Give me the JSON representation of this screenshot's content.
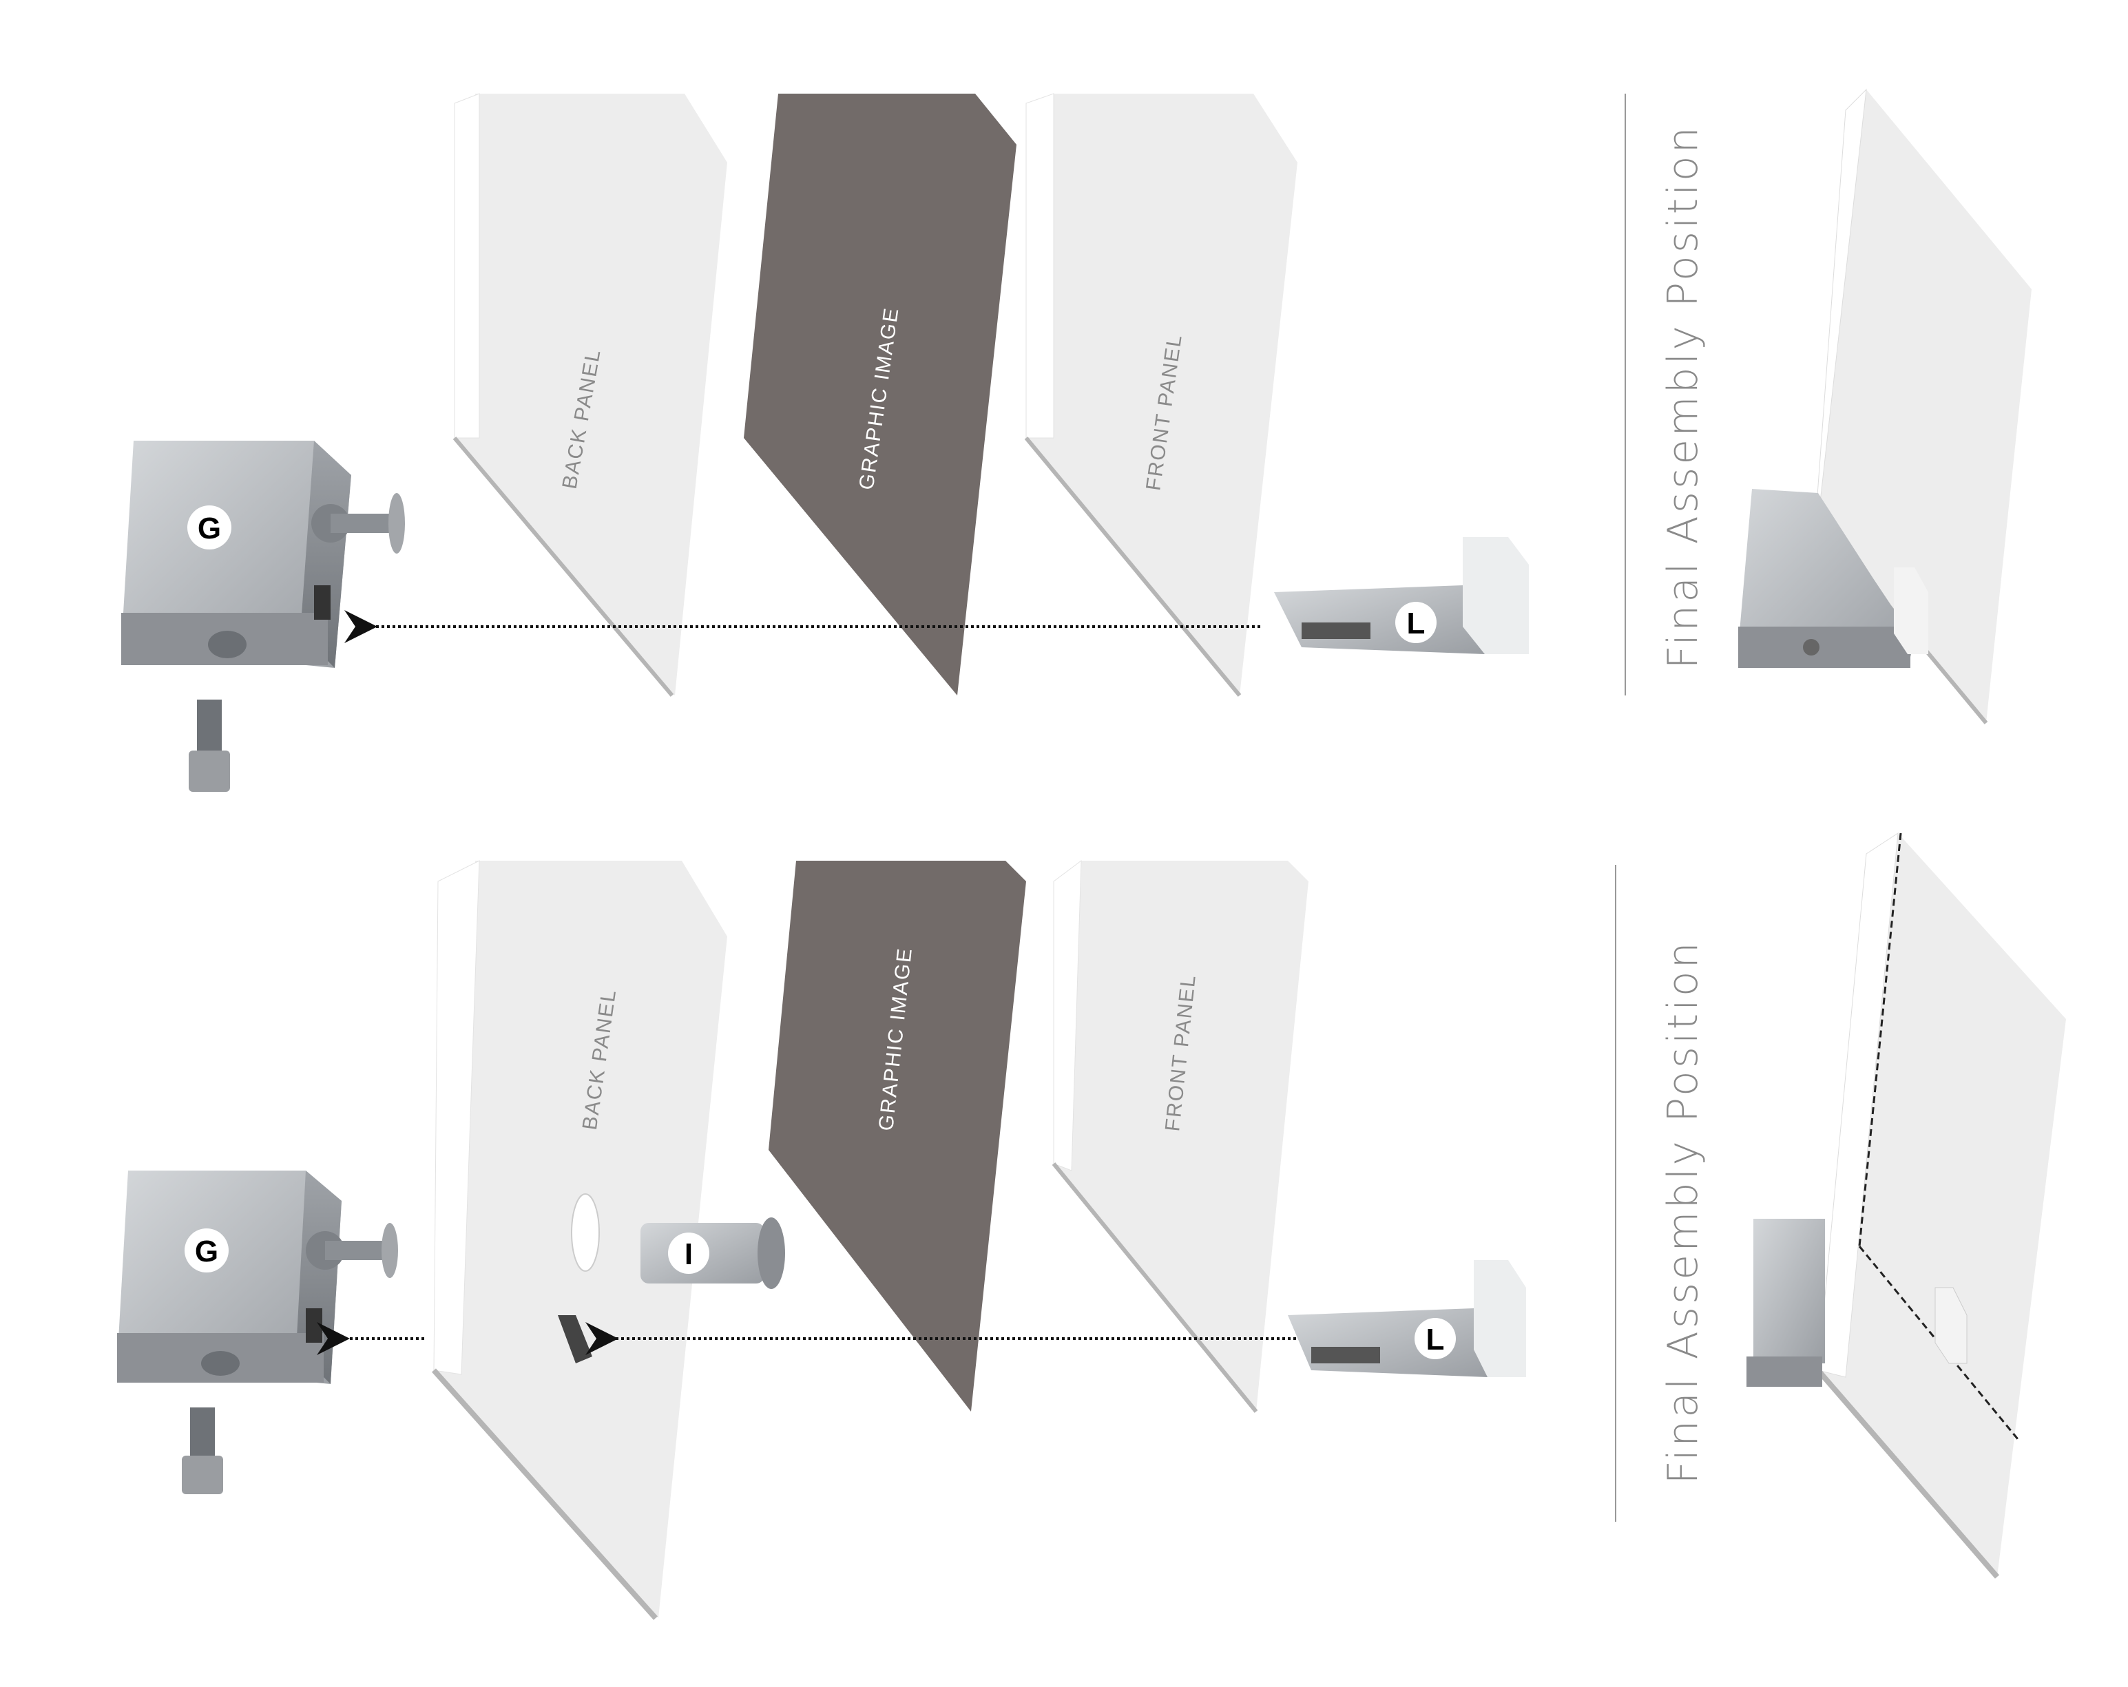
{
  "top_row": {
    "back_panel_label": "BACK PANEL",
    "graphic_label": "GRAPHIC IMAGE",
    "front_panel_label": "FRONT PANEL",
    "block_badge": "G",
    "bracket_badge": "L",
    "final_label": "Final Assembly Position"
  },
  "bottom_row": {
    "back_panel_label": "BACK PANEL",
    "graphic_label": "GRAPHIC IMAGE",
    "front_panel_label": "FRONT PANEL",
    "block_badge": "G",
    "insert_badge": "I",
    "bracket_badge": "L",
    "final_label": "Final Assembly Position"
  },
  "colors": {
    "panel": "#ededed",
    "panel_edge": "#ffffff",
    "panel_shadow": "#b5b5b5",
    "graphic": "#726b69",
    "metal": "#b9bcc0",
    "metal_dark": "#8d9095",
    "text_light": "#8a8a8a"
  }
}
